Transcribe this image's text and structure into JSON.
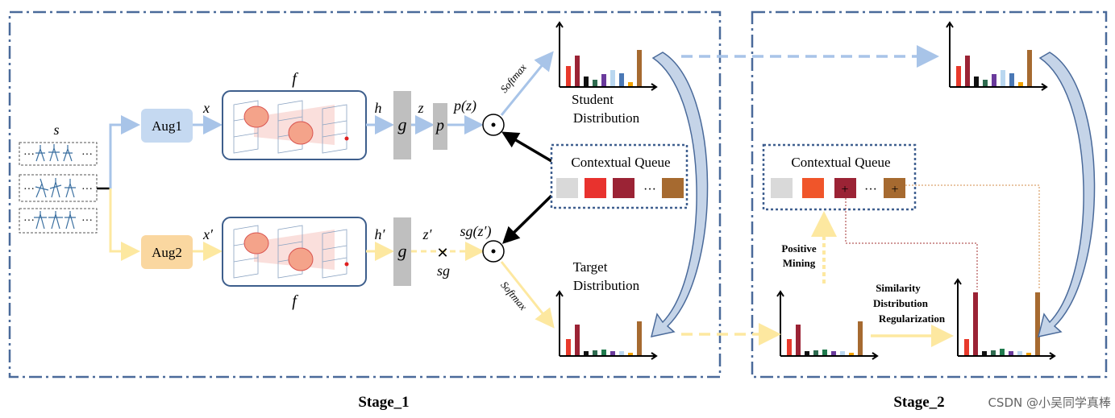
{
  "stage1": {
    "label": "Stage_1"
  },
  "stage2": {
    "label": "Stage_2"
  },
  "input": {
    "label": "s"
  },
  "aug1": {
    "label": "Aug1"
  },
  "aug2": {
    "label": "Aug2"
  },
  "labels": {
    "x": "x",
    "x_prime": "x′",
    "f_top": "f",
    "f_bottom": "f",
    "h": "h",
    "h_prime": "h′",
    "g_top": "g",
    "g_bottom": "g",
    "z": "z",
    "z_prime": "z′",
    "p": "p",
    "pz": "p(z)",
    "sgz": "sg(z′)",
    "sg": "sg",
    "softmax_top": "Softmax",
    "softmax_bottom": "Softmax",
    "dot": "⊙",
    "cross": "✕"
  },
  "student": {
    "line1": "Student",
    "line2": "Distribution"
  },
  "target": {
    "line1": "Target",
    "line2": "Distribution"
  },
  "queue1": {
    "title": "Contextual Queue",
    "ellipsis": "···"
  },
  "queue2": {
    "title": "Contextual Queue",
    "ellipsis": "···",
    "plus": "+"
  },
  "positive_mining": {
    "line1": "Positive",
    "line2": "Mining"
  },
  "sdr": {
    "line1": "Similarity",
    "line2": "Distribution",
    "line3": "Regularization"
  },
  "watermark": "CSDN @小吴同学真棒",
  "colors": {
    "frame": "#4a6a9a",
    "blue_arrow": "#a8c4e8",
    "yellow_arrow": "#fde8a0",
    "aug1_fill": "#c5d9f1",
    "aug2_fill": "#fad7a0",
    "gray_block": "#bfbfbf",
    "dotted_border": "#3f5f8f",
    "red_dotted": "#a33333",
    "orange_dotted": "#d38c4a"
  },
  "chart_data": [
    {
      "type": "bar",
      "name_hint": "student",
      "values": [
        25,
        38,
        12,
        8,
        15,
        20,
        16,
        5,
        45
      ],
      "colors": [
        "#e8392b",
        "#9b2335",
        "#111111",
        "#2e6b4f",
        "#6a3a9c",
        "#b9d7f0",
        "#4a78b5",
        "#f0a000",
        "#a66a30"
      ]
    },
    {
      "type": "bar",
      "name_hint": "student-stage2",
      "values": [
        25,
        38,
        12,
        8,
        15,
        20,
        16,
        5,
        45
      ],
      "colors": [
        "#e8392b",
        "#9b2335",
        "#111111",
        "#2e6b4f",
        "#6a3a9c",
        "#b9d7f0",
        "#4a78b5",
        "#f0a000",
        "#a66a30"
      ]
    },
    {
      "type": "bar",
      "name_hint": "target",
      "values": [
        20,
        38,
        5,
        6,
        7,
        5,
        5,
        3,
        42
      ],
      "colors": [
        "#e8392b",
        "#9b2335",
        "#111111",
        "#2e6b4f",
        "#1f7a4d",
        "#6a3a9c",
        "#b9d7f0",
        "#f0a000",
        "#a66a30"
      ]
    },
    {
      "type": "bar",
      "name_hint": "target-stage2",
      "values": [
        20,
        38,
        5,
        6,
        7,
        5,
        5,
        3,
        42
      ],
      "colors": [
        "#e8392b",
        "#9b2335",
        "#111111",
        "#2e6b4f",
        "#1f7a4d",
        "#6a3a9c",
        "#b9d7f0",
        "#f0a000",
        "#a66a30"
      ]
    },
    {
      "type": "bar",
      "name_hint": "regularized",
      "values": [
        20,
        78,
        5,
        6,
        8,
        5,
        5,
        3,
        78
      ],
      "colors": [
        "#e8392b",
        "#9b2335",
        "#111111",
        "#2e6b4f",
        "#1f7a4d",
        "#6a3a9c",
        "#b9d7f0",
        "#f0a000",
        "#a66a30"
      ]
    }
  ]
}
